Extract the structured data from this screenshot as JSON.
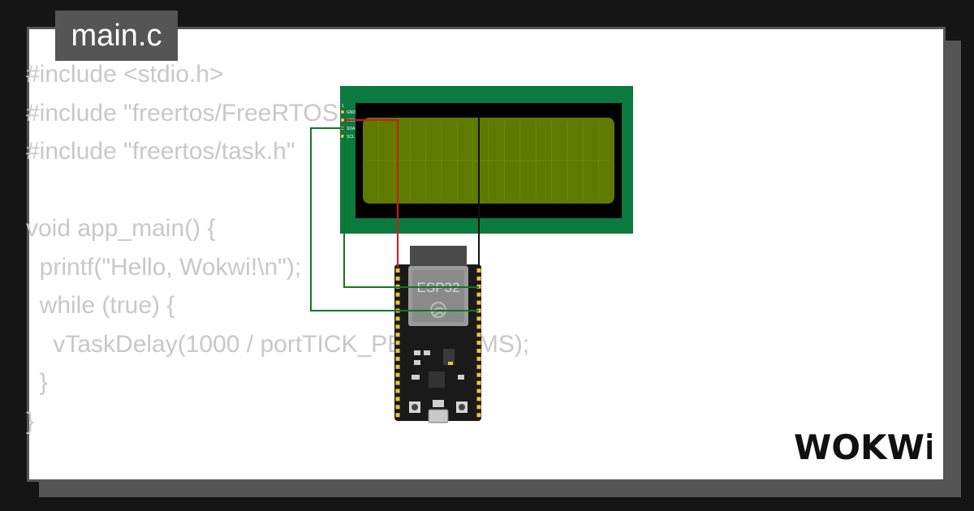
{
  "tab": {
    "filename": "main.c"
  },
  "code": {
    "lines": [
      "#include <stdio.h>",
      "#include \"freertos/FreeRTOS.h\"",
      "#include \"freertos/task.h\"",
      "",
      "void app_main() {",
      "  printf(\"Hello, Wokwi!\\n\");",
      "  while (true) {",
      "    vTaskDelay(1000 / portTICK_PERIOD_MS);",
      "  }",
      "}"
    ]
  },
  "lcd": {
    "pins": [
      "GND",
      "VCC",
      "SDA",
      "SCL"
    ],
    "pin_index": "1",
    "color_bezel": "#0b7a3e",
    "color_screen": "#5e7a00"
  },
  "board": {
    "label": "ESP32",
    "color": "#1a1a1a"
  },
  "wires": {
    "colors": {
      "power": "#d11a1a",
      "ground": "#111111",
      "signal": "#0d7a1d"
    }
  },
  "brand": {
    "logo_text": "WOKWi"
  }
}
